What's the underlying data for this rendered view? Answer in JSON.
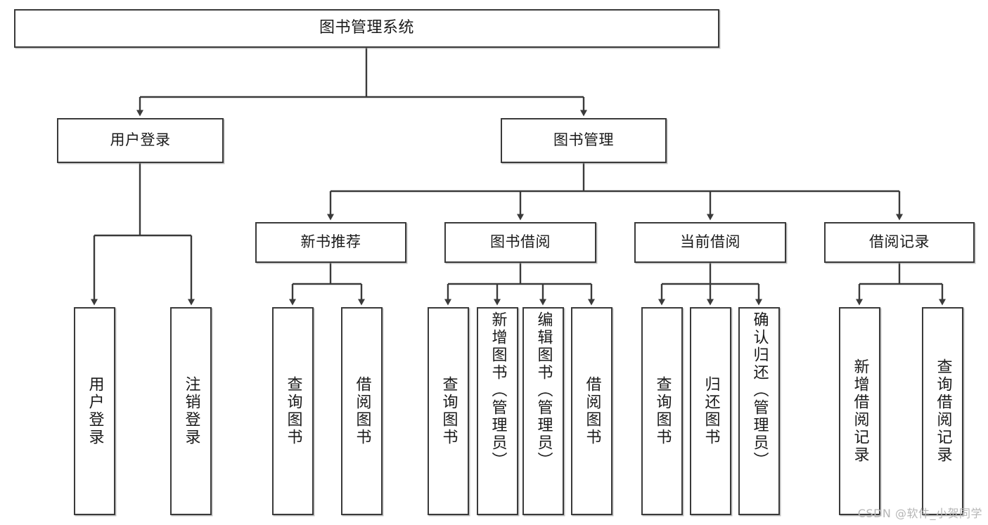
{
  "diagram": {
    "title": "图书管理系统",
    "type": "function-structure-tree",
    "orientation": "top-down",
    "colors": {
      "stroke": "#3a3a3a",
      "fill": "#ffffff",
      "text": "#1a1a1a",
      "watermark": "#b6b6b6"
    },
    "nodes": {
      "root": {
        "label": "图书管理系统"
      },
      "level2": [
        {
          "id": "user-login",
          "label": "用户登录"
        },
        {
          "id": "book-manage",
          "label": "图书管理"
        }
      ],
      "level3": [
        {
          "id": "new-book-recommend",
          "label": "新书推荐"
        },
        {
          "id": "book-borrow",
          "label": "图书借阅"
        },
        {
          "id": "current-borrow",
          "label": "当前借阅"
        },
        {
          "id": "borrow-record",
          "label": "借阅记录"
        }
      ],
      "leaves": {
        "user-login": [
          {
            "id": "leaf-user-login",
            "label": "用户登录"
          },
          {
            "id": "leaf-logout-login",
            "label": "注销登录"
          }
        ],
        "new-book-recommend": [
          {
            "id": "leaf-query-book-1",
            "label": "查询图书"
          },
          {
            "id": "leaf-borrow-book-1",
            "label": "借阅图书"
          }
        ],
        "book-borrow": [
          {
            "id": "leaf-query-book-2",
            "label": "查询图书"
          },
          {
            "id": "leaf-add-book",
            "label": "新增图书（管理员）"
          },
          {
            "id": "leaf-edit-book",
            "label": "编辑图书（管理员）"
          },
          {
            "id": "leaf-borrow-book-2",
            "label": "借阅图书"
          }
        ],
        "current-borrow": [
          {
            "id": "leaf-query-book-3",
            "label": "查询图书"
          },
          {
            "id": "leaf-return-book",
            "label": "归还图书"
          },
          {
            "id": "leaf-confirm-return",
            "label": "确认归还（管理员）"
          }
        ],
        "borrow-record": [
          {
            "id": "leaf-add-record",
            "label": "新增借阅记录"
          },
          {
            "id": "leaf-query-record",
            "label": "查询借阅记录"
          }
        ]
      }
    }
  },
  "watermark": {
    "text": "CSDN @软件_小贺同学"
  }
}
